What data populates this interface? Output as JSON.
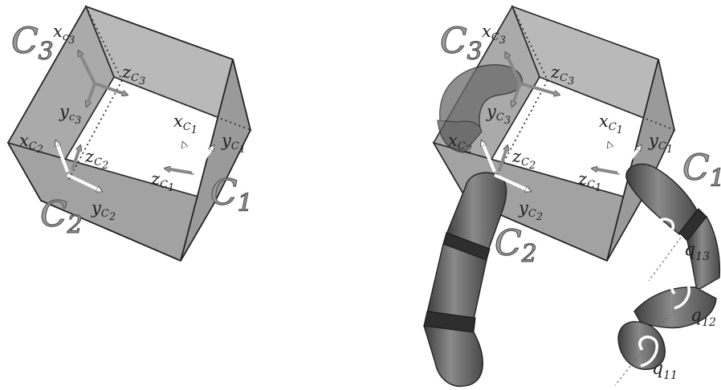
{
  "panels": [
    {
      "contacts": [
        {
          "letter": "C",
          "num": "3"
        },
        {
          "letter": "C",
          "num": "2"
        },
        {
          "letter": "C",
          "num": "1"
        }
      ],
      "frames": [
        {
          "x": "x",
          "y": "y",
          "z": "z",
          "sub": "3"
        },
        {
          "x": "x",
          "y": "y",
          "z": "z",
          "sub": "2"
        },
        {
          "x": "x",
          "y": "y",
          "z": "z",
          "sub": "1"
        }
      ]
    },
    {
      "contacts": [
        {
          "letter": "C",
          "num": "3"
        },
        {
          "letter": "C",
          "num": "2"
        },
        {
          "letter": "C",
          "num": "1"
        }
      ],
      "frames": [
        {
          "x": "x",
          "y": "y",
          "z": "z",
          "sub": "3"
        },
        {
          "x": "x",
          "y": "y",
          "z": "z",
          "sub": "2"
        },
        {
          "x": "x",
          "y": "y",
          "z": "z",
          "sub": "1"
        }
      ],
      "joints": [
        {
          "q": "q",
          "sub": "13"
        },
        {
          "q": "q",
          "sub": "12"
        },
        {
          "q": "q",
          "sub": "11"
        }
      ]
    }
  ],
  "colors": {
    "cube_front": "#a9a9a9",
    "cube_right": "#9b9b9b",
    "cube_top": "#b8b8b8",
    "finger": "#6c6c6c",
    "axis_white": "#ffffff",
    "axis_gray": "#8a8a8a"
  }
}
